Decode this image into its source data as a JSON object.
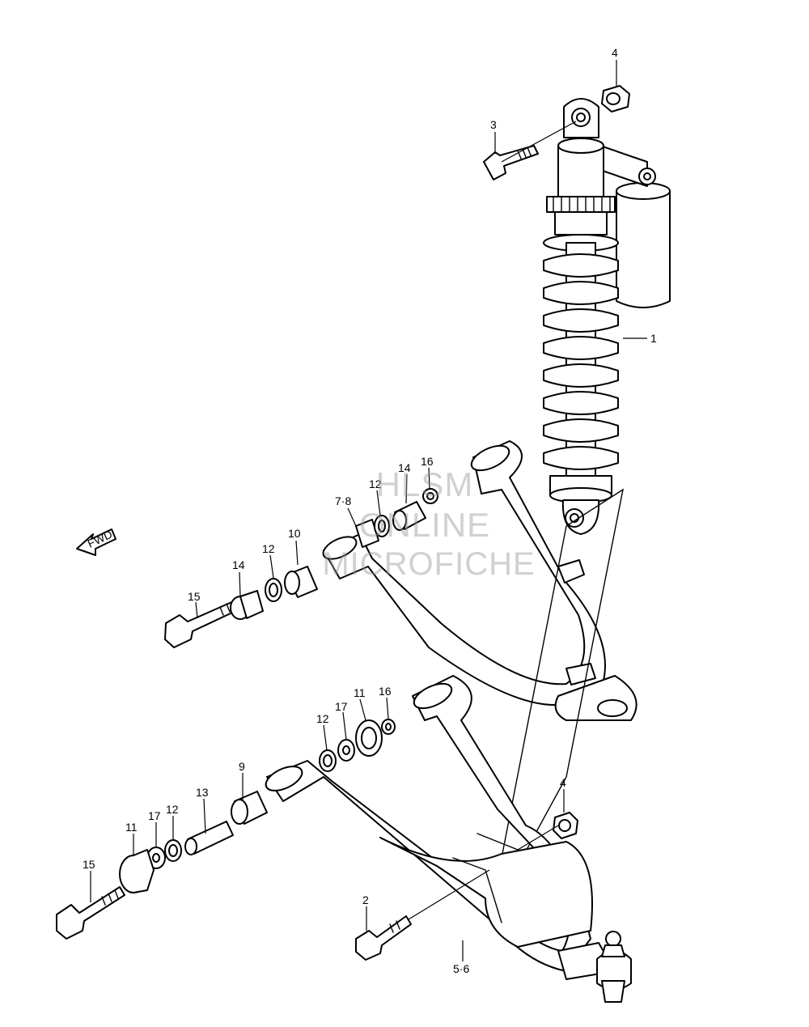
{
  "diagram": {
    "fwd_label": "FWD",
    "callouts": [
      {
        "id": "c4_top",
        "text": "4"
      },
      {
        "id": "c3",
        "text": "3"
      },
      {
        "id": "c1",
        "text": "1"
      },
      {
        "id": "c16_top",
        "text": "16"
      },
      {
        "id": "c14_top",
        "text": "14"
      },
      {
        "id": "c12_top",
        "text": "12"
      },
      {
        "id": "c78",
        "text": "7·8"
      },
      {
        "id": "c10",
        "text": "10"
      },
      {
        "id": "c12_mid",
        "text": "12"
      },
      {
        "id": "c14_mid",
        "text": "14"
      },
      {
        "id": "c15_mid",
        "text": "15"
      },
      {
        "id": "c11_mid",
        "text": "11"
      },
      {
        "id": "c16_mid",
        "text": "16"
      },
      {
        "id": "c17_mid",
        "text": "17"
      },
      {
        "id": "c12_low",
        "text": "12"
      },
      {
        "id": "c9",
        "text": "9"
      },
      {
        "id": "c4_low",
        "text": "4"
      },
      {
        "id": "c13",
        "text": "13"
      },
      {
        "id": "c12_bot",
        "text": "12"
      },
      {
        "id": "c17_bot",
        "text": "17"
      },
      {
        "id": "c11_bot",
        "text": "11"
      },
      {
        "id": "c15_bot",
        "text": "15"
      },
      {
        "id": "c2",
        "text": "2"
      },
      {
        "id": "c56",
        "text": "5·6"
      }
    ]
  },
  "watermark": {
    "line1": "HLSM",
    "line2": "ONLINE",
    "line3": "MICROFICHE"
  }
}
